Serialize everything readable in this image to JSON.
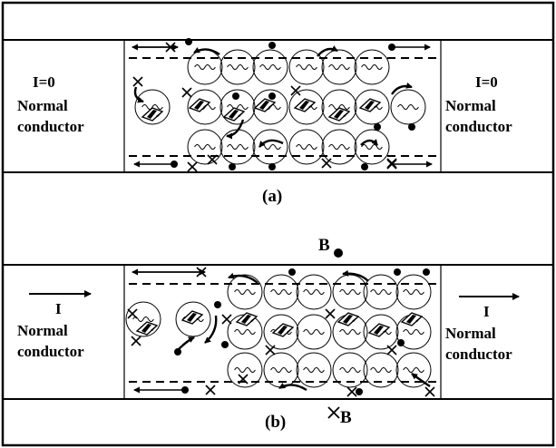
{
  "panel_a": {
    "caption": "(a)",
    "left_current": "I=0",
    "left_line1": "Normal",
    "left_line2": "conductor",
    "right_current": "I=0",
    "right_line1": "Normal",
    "right_line2": "conductor"
  },
  "panel_b": {
    "caption": "(b)",
    "field_top": "B",
    "field_bottom": "B",
    "left_current": "I",
    "left_line1": "Normal",
    "left_line2": "conductor",
    "right_current": "I",
    "right_line1": "Normal",
    "right_line2": "conductor"
  },
  "colors": {
    "ink": "#000000",
    "background": "#ffffff"
  }
}
